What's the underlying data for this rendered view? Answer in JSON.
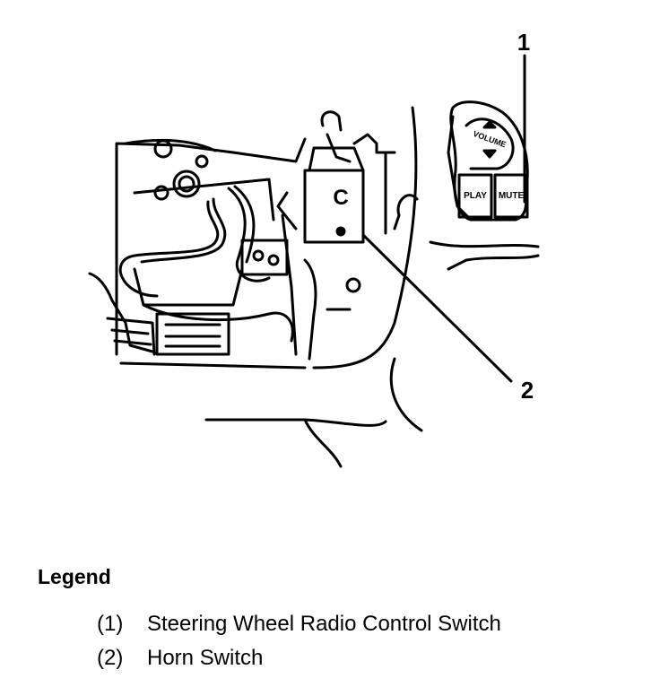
{
  "diagram": {
    "callouts": [
      {
        "id": "1",
        "text": "1"
      },
      {
        "id": "2",
        "text": "2"
      }
    ],
    "switch_labels": {
      "volume": "VOLUME",
      "play": "PLAY",
      "mute": "MUTE",
      "connector": "C"
    }
  },
  "legend": {
    "title": "Legend",
    "items": [
      {
        "num": "(1)",
        "label": "Steering Wheel Radio Control Switch"
      },
      {
        "num": "(2)",
        "label": "Horn Switch"
      }
    ]
  }
}
